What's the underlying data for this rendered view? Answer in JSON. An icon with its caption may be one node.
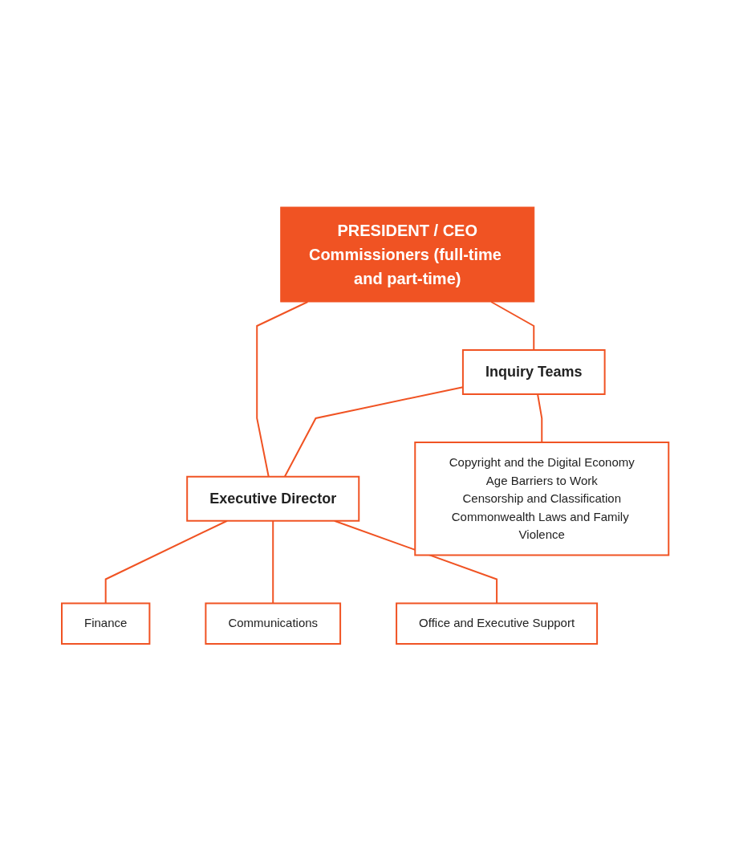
{
  "diagram": {
    "nodes": [
      {
        "text": [
          "PRESIDENT / CEO",
          "Commissioners (full-time and part-time)"
        ]
      },
      {
        "text": [
          "Inquiry Teams"
        ]
      },
      {
        "text": [
          "Executive Director"
        ]
      },
      {
        "text": [
          "Copyright and the Digital Economy",
          "Age Barriers to Work",
          "Censorship and Classification",
          "Commonwealth Laws and Family Violence"
        ]
      },
      {
        "text": [
          "Finance"
        ]
      },
      {
        "text": [
          "Communications"
        ]
      },
      {
        "text": [
          "Office and Executive Support"
        ]
      }
    ],
    "edges": [
      {
        "from": 0,
        "to": 1,
        "arrow": "none"
      },
      {
        "from": 0,
        "to": 2,
        "arrow": "none"
      },
      {
        "from": 1,
        "to": 2,
        "arrow": "none"
      },
      {
        "from": 1,
        "to": 3,
        "arrow": "none"
      },
      {
        "from": 2,
        "to": 4,
        "arrow": "none"
      },
      {
        "from": 2,
        "to": 5,
        "arrow": "none"
      },
      {
        "from": 2,
        "to": 6,
        "arrow": "none"
      }
    ]
  }
}
